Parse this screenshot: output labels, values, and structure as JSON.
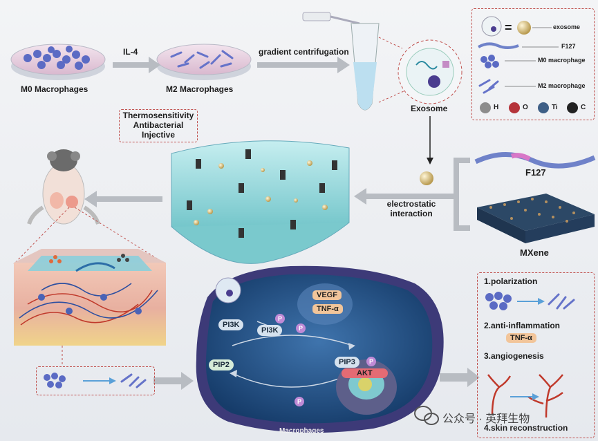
{
  "top": {
    "m0_label": "M0 Macrophages",
    "m2_label": "M2 Macrophages",
    "il4_label": "IL-4",
    "centrifugation_label": "gradient centrifugation",
    "exosome_label": "Exosome"
  },
  "legend": {
    "equals": "=",
    "exosome": "exosome",
    "f127": "F127",
    "m0": "M0 macrophage",
    "m2": "M2 macrophage",
    "atoms": [
      {
        "symbol": "H",
        "color": "#8c8c8c"
      },
      {
        "symbol": "O",
        "color": "#b5343a"
      },
      {
        "symbol": "Ti",
        "color": "#3e5f86"
      },
      {
        "symbol": "C",
        "color": "#222222"
      }
    ]
  },
  "hydrogel": {
    "properties": [
      "Thermosensitivity",
      "Antibacterial",
      "Injective"
    ]
  },
  "right_mid": {
    "f127": "F127",
    "mxene": "MXene",
    "interaction": [
      "electrostatic",
      "interaction"
    ]
  },
  "cell": {
    "pi3k_a": "PI3K",
    "pi3k_b": "PI3K",
    "pip2": "PIP2",
    "pip3": "PIP3",
    "akt": "AKT",
    "vegf": "VEGF",
    "tnf": "TNF-α",
    "p": "P",
    "label": "Macrophages"
  },
  "outcomes": {
    "item1": "1.polarization",
    "item2": "2.anti-inflammation",
    "item2_tnf": "TNF-α",
    "item3": "3.angiogenesis",
    "item4": "4.skin reconstruction"
  },
  "watermark": "公众号 · 英拜生物",
  "colors": {
    "dashed_border": "#c0504d",
    "arrow_gray": "#b8bcc2",
    "gel": "#8fd3d6",
    "cell_blue": "#1e4f86"
  }
}
